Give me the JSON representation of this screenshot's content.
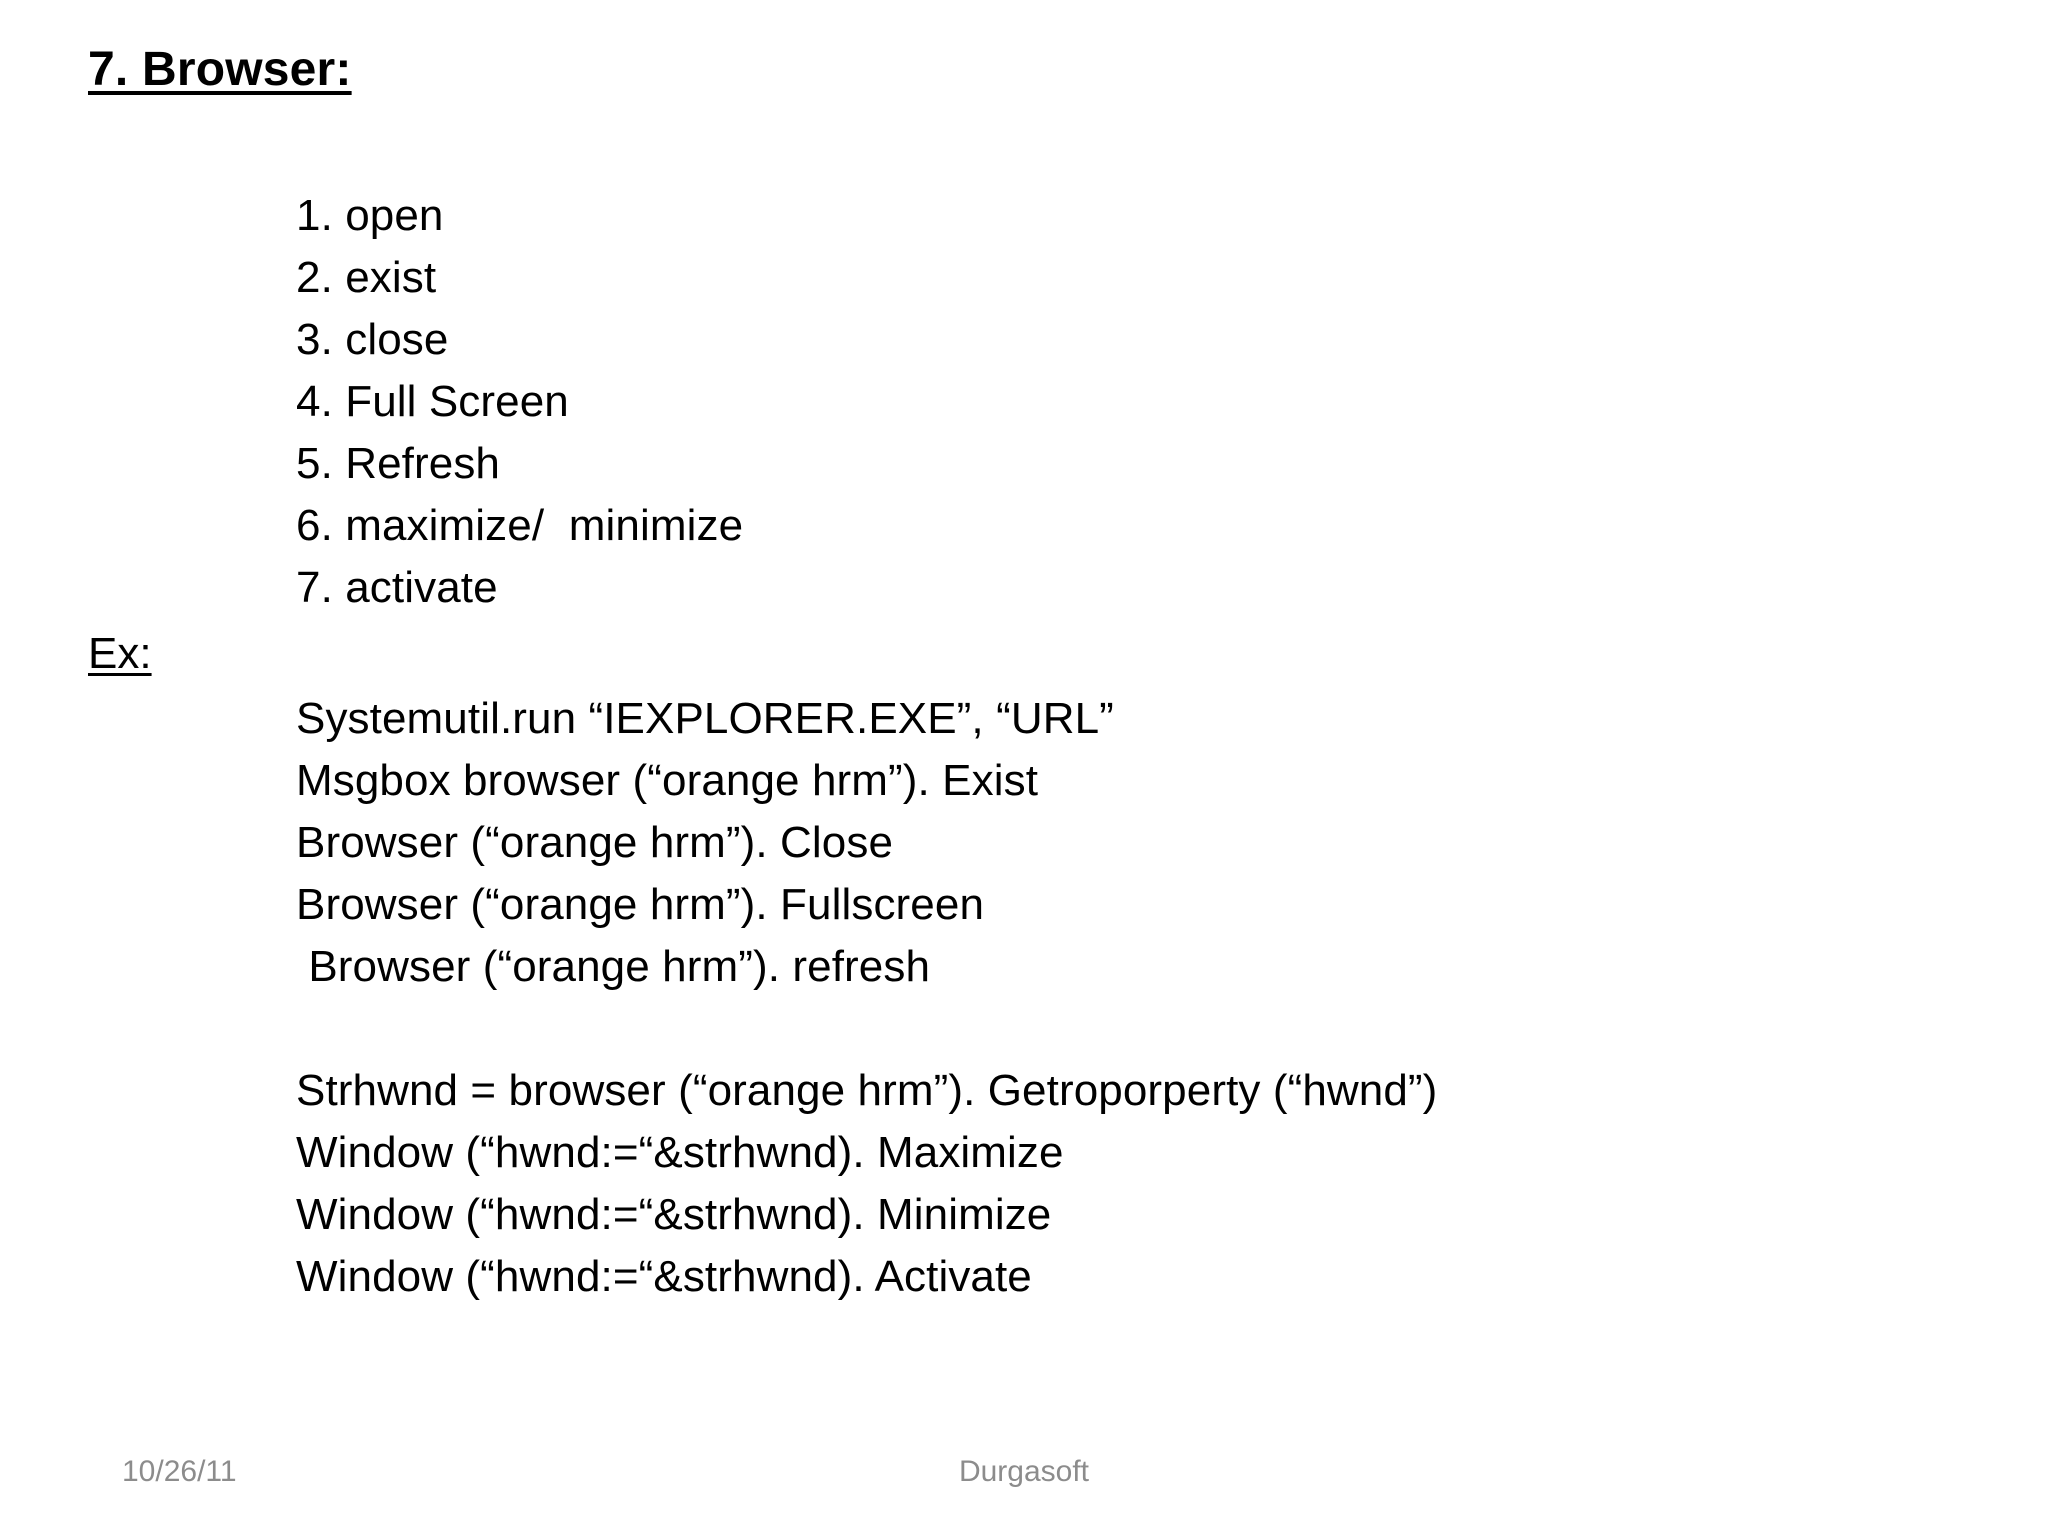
{
  "slide": {
    "title": "7. Browser:",
    "background_color": "#ffffff",
    "text_color": "#000000"
  },
  "numbered_list": {
    "items": [
      "1. open",
      "2. exist",
      "3. close",
      "4. Full Screen",
      "5. Refresh",
      "6. maximize/  minimize",
      "7. activate"
    ]
  },
  "example": {
    "label": "Ex:",
    "code_block_one": [
      "Systemutil.run “IEXPLORER.EXE”, “URL”",
      "Msgbox browser (“orange hrm”). Exist",
      "Browser (“orange hrm”). Close",
      "Browser (“orange hrm”). Fullscreen",
      " Browser (“orange hrm”). refresh"
    ],
    "code_block_two": [
      "Strhwnd = browser (“orange hrm”). Getroporperty (“hwnd”)",
      "Window (“hwnd:=“&strhwnd). Maximize",
      "Window (“hwnd:=“&strhwnd). Minimize",
      "Window (“hwnd:=“&strhwnd). Activate"
    ]
  },
  "footer": {
    "date": "10/26/11",
    "brand": "Durgasoft",
    "color": "#8c8c8c"
  }
}
